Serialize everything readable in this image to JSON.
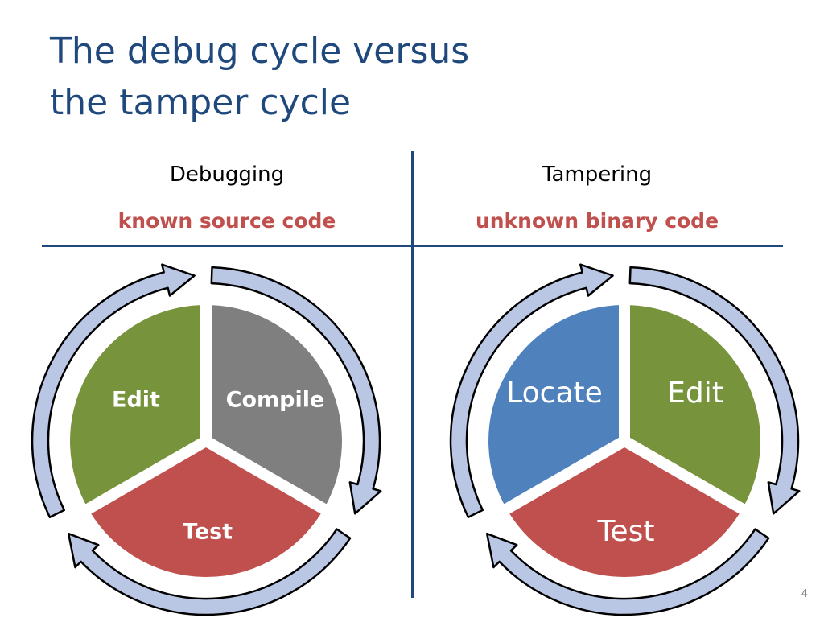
{
  "slide": {
    "title_line1": "The debug cycle versus",
    "title_line2": "the tamper cycle",
    "page_number": "4"
  },
  "columns": [
    {
      "heading": "Debugging",
      "subheading": "known source code",
      "stages": [
        {
          "label": "Edit",
          "color": "#77933C"
        },
        {
          "label": "Compile",
          "color": "#7F7F7F"
        },
        {
          "label": "Test",
          "color": "#C0504D"
        }
      ]
    },
    {
      "heading": "Tampering",
      "subheading": "unknown binary code",
      "stages": [
        {
          "label": "Locate",
          "color": "#4F81BD"
        },
        {
          "label": "Edit",
          "color": "#77933C"
        },
        {
          "label": "Test",
          "color": "#C0504D"
        }
      ]
    }
  ],
  "colors": {
    "title": "#1F497D",
    "divider": "#1F497D",
    "subheading": "#C0504D",
    "arrow_fill": "#B9C7E4",
    "outline": "#000000"
  }
}
